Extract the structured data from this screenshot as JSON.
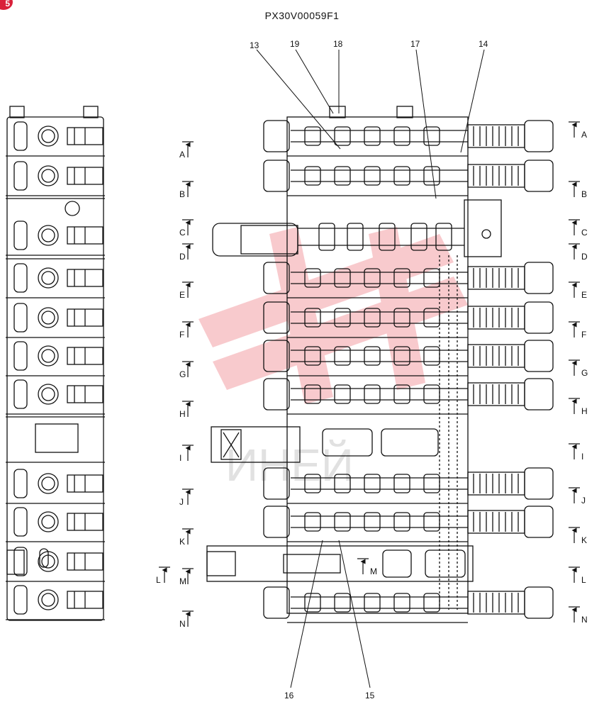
{
  "figure_code": "PX30V00059F1",
  "badge_text": "5",
  "watermark_text": "ИНЕЙ",
  "callouts": [
    "13",
    "19",
    "18",
    "17",
    "14",
    "16",
    "15"
  ],
  "section_letters_left": [
    "A",
    "B",
    "C",
    "D",
    "E",
    "F",
    "G",
    "H",
    "I",
    "J",
    "K",
    "M",
    "N"
  ],
  "section_letters_right": [
    "A",
    "B",
    "C",
    "D",
    "E",
    "F",
    "G",
    "H",
    "I",
    "J",
    "K",
    "L",
    "N"
  ],
  "section_extra": [
    "L",
    "M"
  ],
  "colors": {
    "line": "#111111",
    "watermark_red": "#f3a0a6",
    "watermark_gray": "#c9c9c9"
  }
}
